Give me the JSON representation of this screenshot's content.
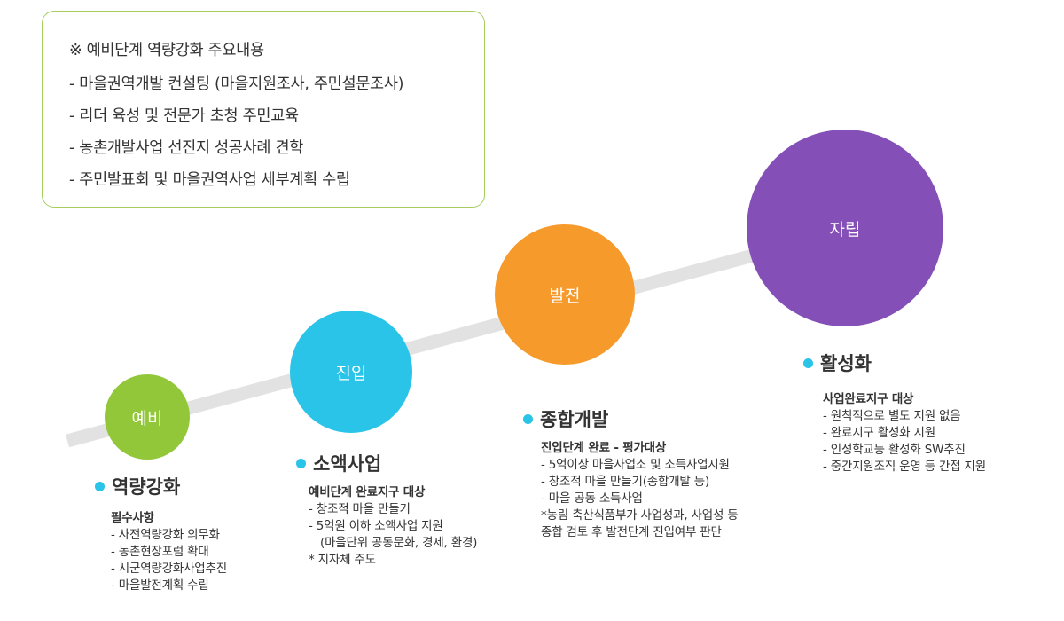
{
  "infobox": {
    "title": "※ 예비단계 역량강화 주요내용",
    "items": [
      "- 마을권역개발 컨설팅 (마을지원조사, 주민설문조사)",
      "- 리더 육성 및 전문가 초청 주민교육",
      "- 농촌개발사업 선진지 성공사례 견학",
      "- 주민발표회 및 마을권역사업 세부계획 수립"
    ]
  },
  "stages": [
    {
      "circle_label": "예비",
      "color": "#92c73a",
      "title": "역량강화",
      "heading": "필수사항",
      "lines": [
        "- 사전역량강화 의무화",
        "- 농촌현장포럼 확대",
        "- 시군역량강화사업추진",
        "- 마을발전계획 수립"
      ]
    },
    {
      "circle_label": "진입",
      "color": "#29c4e8",
      "title": "소액사업",
      "heading": "예비단계 완료지구 대상",
      "lines": [
        "- 창조적 마을 만들기",
        "- 5억원 이하 소액사업 지원",
        "(마을단위 공동문화, 경제, 환경)",
        "* 지자체 주도"
      ]
    },
    {
      "circle_label": "발전",
      "color": "#f79a2c",
      "title": "종합개발",
      "heading": "진입단계 완료 - 평가대상",
      "lines": [
        "- 5억이상 마을사업소 및 소득사업지원",
        "- 창조적 마을 만들기(종합개발 등)",
        "- 마을 공동 소득사업",
        "*농림 축산식품부가 사업성과, 사업성 등",
        "종합 검토 후 발전단계 진입여부 판단"
      ]
    },
    {
      "circle_label": "자립",
      "color": "#8450b7",
      "title": "활성화",
      "heading": "사업완료지구 대상",
      "lines": [
        "- 원칙적으로 별도 지원 없음",
        "- 완료지구 활성화 지원",
        "- 인성학교등 활성화 SW추진",
        "- 중간지원조직 운영 등 간접 지원"
      ]
    }
  ],
  "colors": {
    "track": "#e2e2e2",
    "bullet": "#29c4e8",
    "border": "#a7cd5f"
  }
}
